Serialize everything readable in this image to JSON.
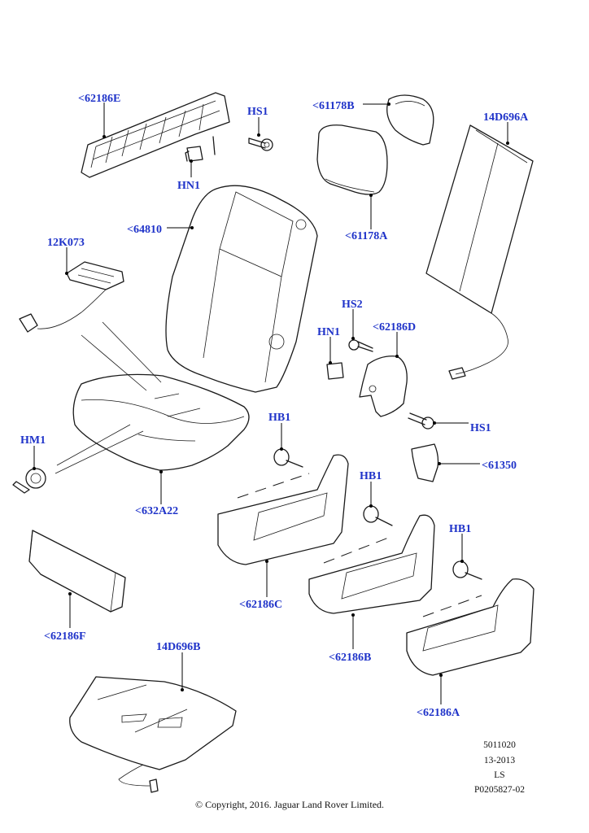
{
  "callouts": {
    "c62186E": "<62186E",
    "HS1_top": "HS1",
    "HN1_top": "HN1",
    "c61178B": "<61178B",
    "c14D696A": "14D696A",
    "c64810": "<64810",
    "c61178A": "<61178A",
    "c12K073": "12K073",
    "HS2": "HS2",
    "HN1_mid": "HN1",
    "c62186D": "<62186D",
    "HB1_a": "HB1",
    "HS1_mid": "HS1",
    "HM1": "HM1",
    "HB1_b": "HB1",
    "c61350": "<61350",
    "c632A22": "<632A22",
    "HB1_c": "HB1",
    "c62186C": "<62186C",
    "c62186F": "<62186F",
    "c62186B": "<62186B",
    "c14D696B": "14D696B",
    "c62186A": "<62186A"
  },
  "meta": {
    "line1": "5011020",
    "line2": "13-2013",
    "line3": "LS",
    "line4": "P0205827-02"
  },
  "copyright": "© Copyright, 2016. Jaguar Land Rover Limited."
}
